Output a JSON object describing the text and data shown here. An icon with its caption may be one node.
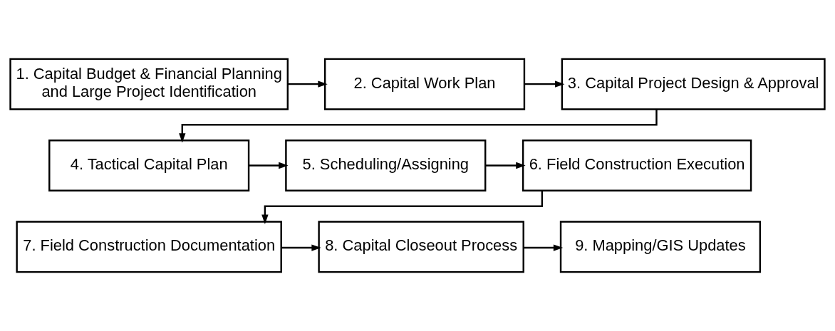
{
  "diagram": {
    "nodes": [
      {
        "text": [
          "1. Capital Budget & Financial Planning and Large Project Identification"
        ]
      },
      {
        "text": [
          "2. Capital Work Plan"
        ]
      },
      {
        "text": [
          "3. Capital Project Design & Approval"
        ]
      },
      {
        "text": [
          "4. Tactical Capital Plan"
        ]
      },
      {
        "text": [
          "5. Scheduling/Assigning"
        ]
      },
      {
        "text": [
          "6. Field Construction Execution"
        ]
      },
      {
        "text": [
          "7. Field Construction Documentation"
        ]
      },
      {
        "text": [
          "8. Capital Closeout Process"
        ]
      },
      {
        "text": [
          "9. Mapping/GIS Updates"
        ]
      }
    ],
    "edges": [
      {
        "from": 0,
        "to": 1,
        "arrow": "to"
      },
      {
        "from": 1,
        "to": 2,
        "arrow": "to"
      },
      {
        "from": 2,
        "to": 3,
        "arrow": "to"
      },
      {
        "from": 3,
        "to": 4,
        "arrow": "to"
      },
      {
        "from": 4,
        "to": 5,
        "arrow": "to"
      },
      {
        "from": 5,
        "to": 6,
        "arrow": "to"
      },
      {
        "from": 6,
        "to": 7,
        "arrow": "to"
      },
      {
        "from": 7,
        "to": 8,
        "arrow": "to"
      }
    ]
  }
}
